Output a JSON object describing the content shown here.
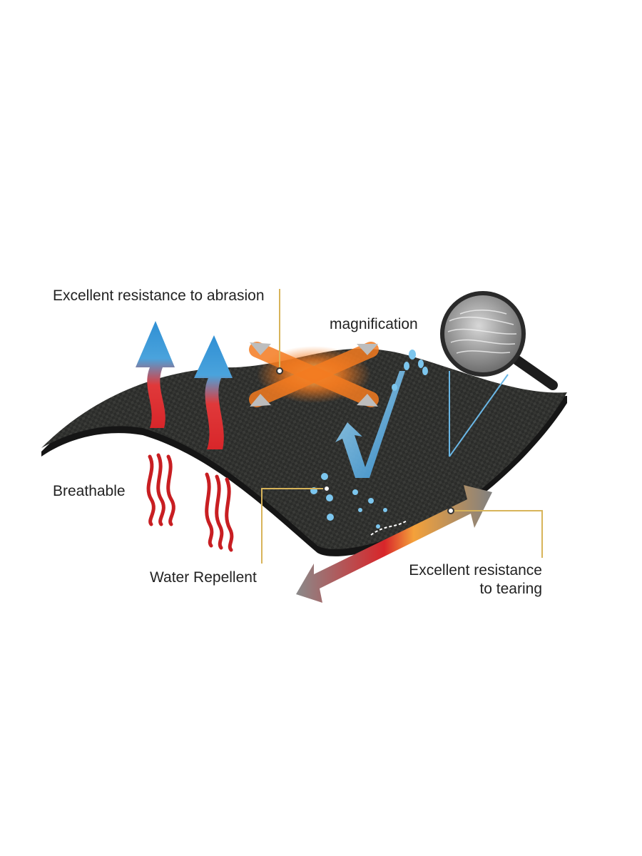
{
  "labels": {
    "abrasion": "Excellent resistance to abrasion",
    "magnification": "magnification",
    "breathable": "Breathable",
    "water_repellent": "Water Repellent",
    "tearing_line1": "Excellent resistance",
    "tearing_line2": "to tearing"
  },
  "colors": {
    "fabric": "#2b2c2a",
    "fabric_edge": "#151515",
    "leader_line": "#d8b45a",
    "arrow_blue": "#3b9ad8",
    "arrow_red": "#d8262a",
    "orange_glow": "#f47b20",
    "tear_arrow": "#7a7a7a",
    "water_drop": "#7cc6ee"
  },
  "icons": [
    "breathable-arrow-icon",
    "heat-wave-icon",
    "abrasion-cross-icon",
    "water-drop-icon",
    "magnifier-icon",
    "tear-arrow-icon"
  ]
}
